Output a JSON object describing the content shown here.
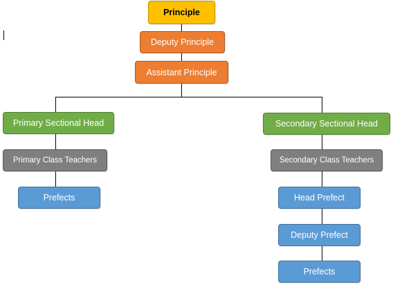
{
  "colors": {
    "gold": "#ffc000",
    "orange": "#ed7d31",
    "green": "#70ad47",
    "gray": "#7f7f7f",
    "blue": "#5b9bd5",
    "connector": "#000000"
  },
  "nodes": {
    "principle": "Principle",
    "deputy_principle": "Deputy Principle",
    "assistant_principle": "Assistant Principle",
    "primary_sectional_head": "Primary Sectional Head",
    "secondary_sectional_head": "Secondary Sectional Head",
    "primary_class_teachers": "Primary Class Teachers",
    "secondary_class_teachers": "Secondary Class Teachers",
    "primary_prefects": "Prefects",
    "head_prefect": "Head Prefect",
    "deputy_prefect": "Deputy Prefect",
    "secondary_prefects": "Prefects"
  }
}
